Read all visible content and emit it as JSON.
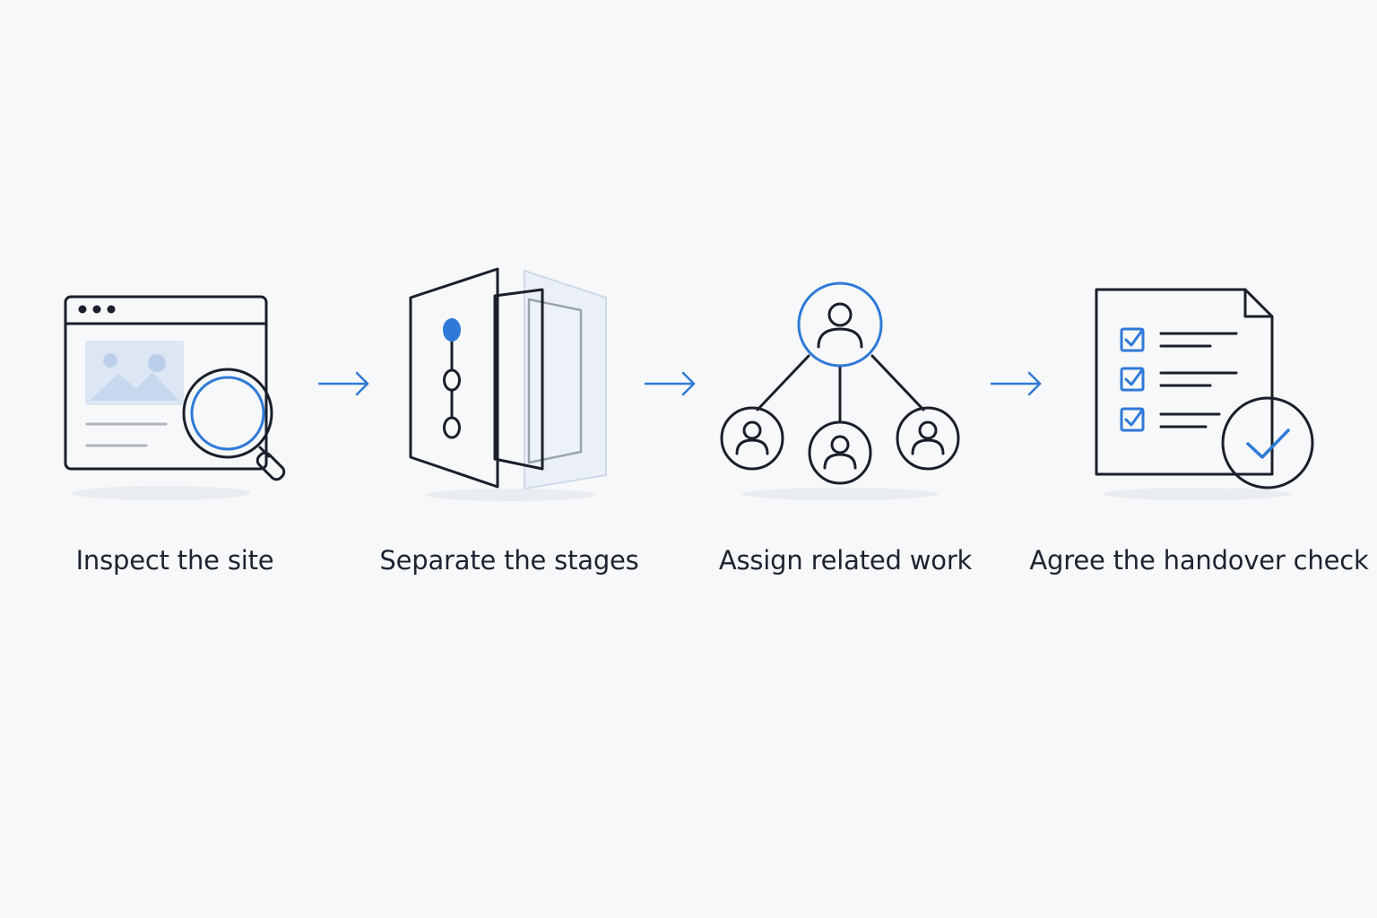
{
  "steps": [
    {
      "label": "Inspect the site",
      "icon": "browser-magnifier-icon"
    },
    {
      "label": "Separate the stages",
      "icon": "stacked-panels-icon"
    },
    {
      "label": "Assign related work",
      "icon": "people-hierarchy-icon"
    },
    {
      "label": "Agree the handover check",
      "icon": "checklist-document-icon"
    }
  ],
  "colors": {
    "accent": "#2f7ad8",
    "stroke": "#1a1f2b",
    "text": "#1d2430",
    "background": "#f7f8f9"
  }
}
